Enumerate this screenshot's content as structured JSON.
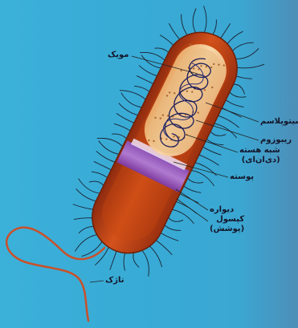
{
  "diagram": {
    "labels": {
      "pili": "مویک",
      "cytoplasm": "سیتوپلاسم",
      "ribosome": "ریبوزوم",
      "nucleoid": "شبه هسته\n(دی‌ان‌ای)",
      "membrane": "پوسته",
      "wall": "دیواره",
      "capsule": "کپسول\n(پوشش)",
      "flagellum": "تاژک"
    }
  }
}
